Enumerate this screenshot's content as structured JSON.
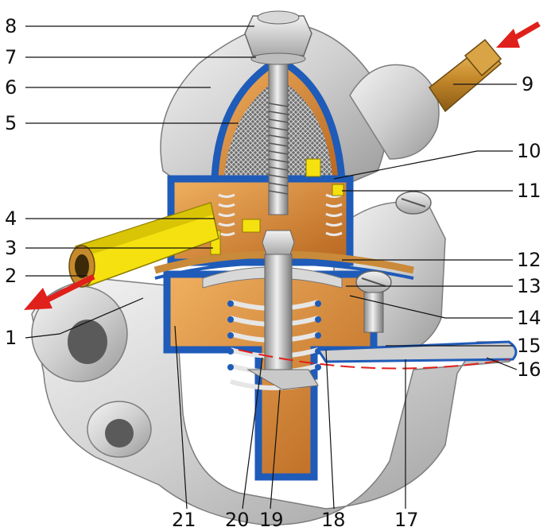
{
  "callouts": [
    {
      "id": "1",
      "label": "1"
    },
    {
      "id": "2",
      "label": "2"
    },
    {
      "id": "3",
      "label": "3"
    },
    {
      "id": "4",
      "label": "4"
    },
    {
      "id": "5",
      "label": "5"
    },
    {
      "id": "6",
      "label": "6"
    },
    {
      "id": "7",
      "label": "7"
    },
    {
      "id": "8",
      "label": "8"
    },
    {
      "id": "9",
      "label": "9"
    },
    {
      "id": "10",
      "label": "10"
    },
    {
      "id": "11",
      "label": "11"
    },
    {
      "id": "12",
      "label": "12"
    },
    {
      "id": "13",
      "label": "13"
    },
    {
      "id": "14",
      "label": "14"
    },
    {
      "id": "15",
      "label": "15"
    },
    {
      "id": "16",
      "label": "16"
    },
    {
      "id": "17",
      "label": "17"
    },
    {
      "id": "18",
      "label": "18"
    },
    {
      "id": "19",
      "label": "19"
    },
    {
      "id": "20",
      "label": "20"
    },
    {
      "id": "21",
      "label": "21"
    }
  ],
  "colors": {
    "metal_light": "#e6e6e6",
    "metal_mid": "#c4c4c4",
    "metal_dark": "#8c8c8c",
    "cutaway_blue": "#1f5bb8",
    "interior_orange": "#d9893c",
    "fitting_gold": "#c58a2c",
    "fitting_yellow": "#f5e10f",
    "arrow_red": "#e0201b",
    "guide_red": "#e0201b"
  },
  "icons": {
    "inlet_arrow": "arrow-down-left-icon",
    "outlet_arrow": "arrow-down-left-icon"
  }
}
